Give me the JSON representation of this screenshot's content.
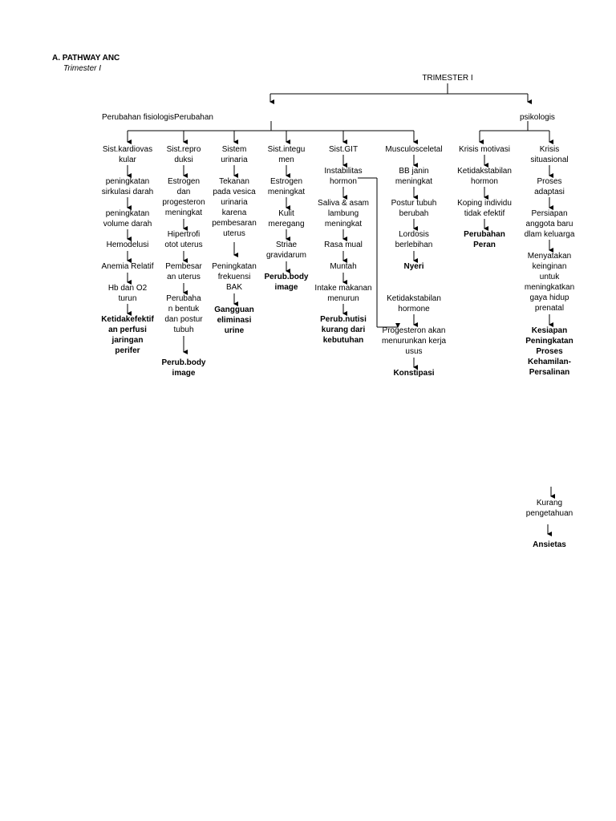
{
  "heading": {
    "title": "A. PATHWAY ANC",
    "subtitle": "Trimester I"
  },
  "root": "TRIMESTER I",
  "branch_fisiologis": "Perubahan fisiologisPerubahan",
  "branch_psikologis": "psikologis",
  "columns": {
    "kardiovaskular": [
      "Sist.kardiovas\nkular",
      "peningkatan\nsirkulasi darah",
      "peningkatan\nvolume darah",
      "Hemodelusi",
      "Anemia Relatif",
      "Hb dan O2\nturun",
      "Ketidakefektif\nan perfusi\njaringan\nperifer"
    ],
    "reproduksi": [
      "Sist.repro\nduksi",
      "Estrogen\ndan\nprogesteron\nmeningkat",
      "Hipertrofi\notot uterus",
      "Pembesar\nan uterus",
      "Perubaha\nn bentuk\ndan postur\ntubuh",
      "Perub.body\nimage"
    ],
    "urinaria": [
      "Sistem\nurinaria",
      "Tekanan\npada vesica\nurinaria\nkarena\npembesaran\nuterus",
      "Peningkatan\nfrekuensi\nBAK",
      "Gangguan\neliminasi\nurine"
    ],
    "integumen": [
      "Sist.integu\nmen",
      "Estrogen\nmeningkat",
      "Kulit\nmeregang",
      "Striae\ngravidarum",
      "Perub.body\nimage"
    ],
    "git": [
      "Sist.GIT",
      "Instabilitas\nhormon",
      "Saliva & asam\nlambung\nmeningkat",
      "Rasa mual",
      "Muntah",
      "Intake makanan\nmenurun",
      "Perub.nutisi\nkurang dari\nkebutuhan"
    ],
    "musculoskeletal": [
      "Musculosceletal",
      "BB janin\nmeningkat",
      "Postur tubuh\nberubah",
      "Lordosis\nberlebihan",
      "Nyeri",
      "Ketidakstabilan\nhormone",
      "Progesteron akan\nmenurunkan kerja\nusus",
      "Konstipasi"
    ],
    "krisis_motivasi": [
      "Krisis motivasi",
      "Ketidakstabilan\nhormon",
      "Koping individu\ntidak efektif",
      "Perubahan\nPeran"
    ],
    "krisis_situasional": [
      "Krisis\nsituasional",
      "Proses\nadaptasi",
      "Persiapan\nanggota baru\ndlam keluarga",
      "Menyatakan\nkeinginan\nuntuk\nmeningkatkan\ngaya hidup\nprenatal",
      "Kesiapan\nPeningkatan\nProses\nKehamilan-\nPersalinan"
    ],
    "lower": [
      "Kurang\npengetahuan",
      "Ansietas"
    ]
  }
}
